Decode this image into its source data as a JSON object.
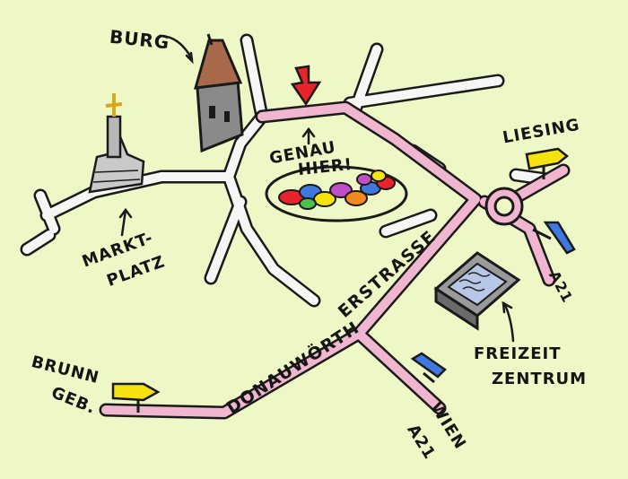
{
  "colors": {
    "background": "#eef7c6",
    "main_road": "#f1b6cf",
    "side_road": "#f6f7f4",
    "outline": "#1a1a1a",
    "marker_arrow": "#e8232a",
    "sign_yellow": "#f6e20f",
    "sign_blue": "#3f79df",
    "roof": "#a86a4a",
    "tower": "#8a8a8a",
    "pool_water": "#b7c8e6"
  },
  "labels": {
    "burg": "BURG",
    "genau": "GENAU",
    "hier": "HIER!",
    "marktplatz_line1": "MARKT-",
    "marktplatz_line2": "PLATZ",
    "liesing": "LIESING",
    "a21_right": "A21",
    "freizeit": "FREIZEIT",
    "zentrum": "ZENTRUM",
    "brunn": "BRUNN",
    "geb": "GEB.",
    "wien": "WIEN",
    "a21_bottom": "A21",
    "street_part1": "DONAUWÖRTH",
    "street_part2": "ERSTRASSE"
  },
  "icons": {
    "castle": "castle-tower-icon",
    "church": "church-icon",
    "pool": "pool-icon",
    "marker": "location-arrow-icon",
    "flowers": "flower-bed-icon"
  }
}
